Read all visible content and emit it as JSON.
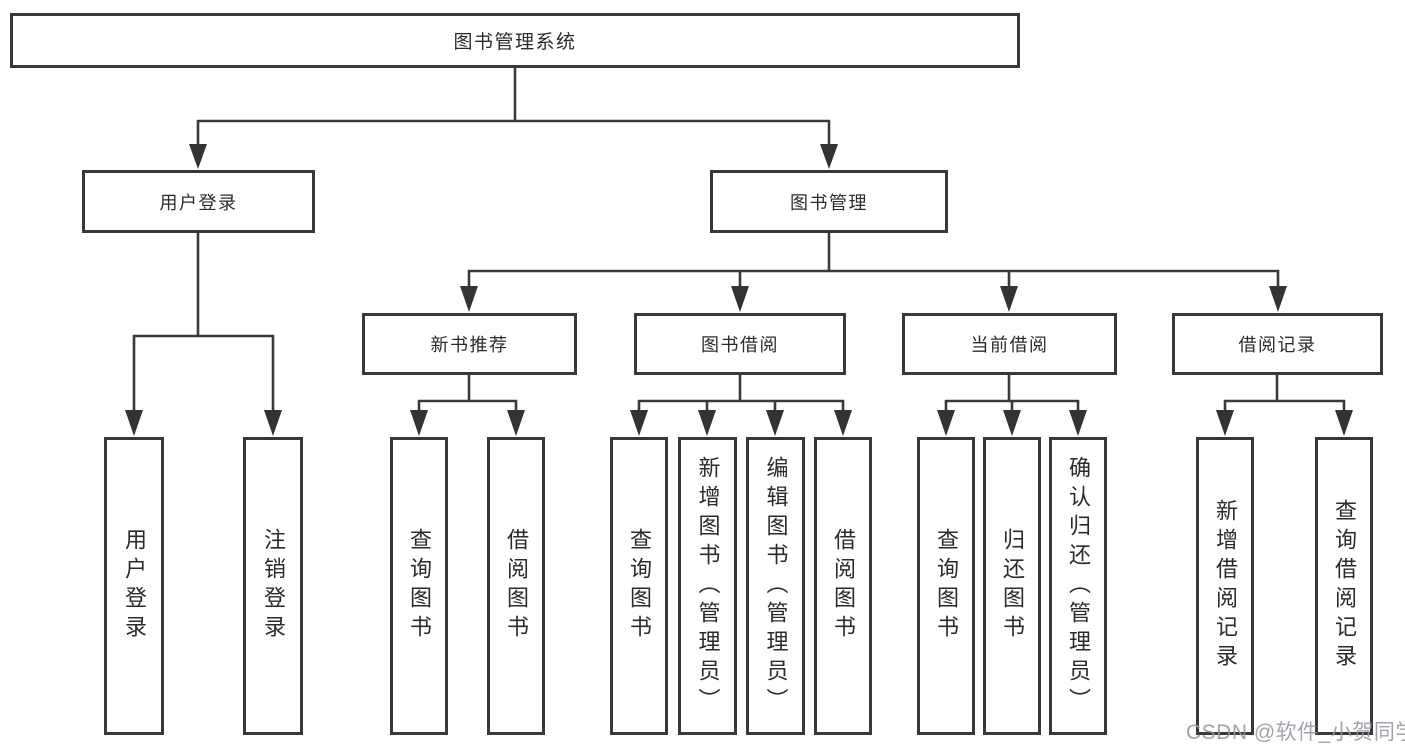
{
  "diagram_title": "图书管理系统",
  "hierarchy": {
    "label": "图书管理系统",
    "children": [
      {
        "label": "用户登录",
        "children": [
          {
            "label": "用户登录"
          },
          {
            "label": "注销登录"
          }
        ]
      },
      {
        "label": "图书管理",
        "children": [
          {
            "label": "新书推荐",
            "children": [
              {
                "label": "查询图书"
              },
              {
                "label": "借阅图书"
              }
            ]
          },
          {
            "label": "图书借阅",
            "children": [
              {
                "label": "查询图书"
              },
              {
                "label": "新增图书（管理员）"
              },
              {
                "label": "编辑图书（管理员）"
              },
              {
                "label": "借阅图书"
              }
            ]
          },
          {
            "label": "当前借阅",
            "children": [
              {
                "label": "查询图书"
              },
              {
                "label": "归还图书"
              },
              {
                "label": "确认归还（管理员）"
              }
            ]
          },
          {
            "label": "借阅记录",
            "children": [
              {
                "label": "新增借阅记录"
              },
              {
                "label": "查询借阅记录"
              }
            ]
          }
        ]
      }
    ]
  },
  "watermark": "CSDN @软件_小贺同学",
  "colors": {
    "line": "#3a3a3a",
    "box_border": "#383838",
    "box_background": "#ffffff",
    "text": "#2b2b2b",
    "watermark": "#94969e"
  }
}
